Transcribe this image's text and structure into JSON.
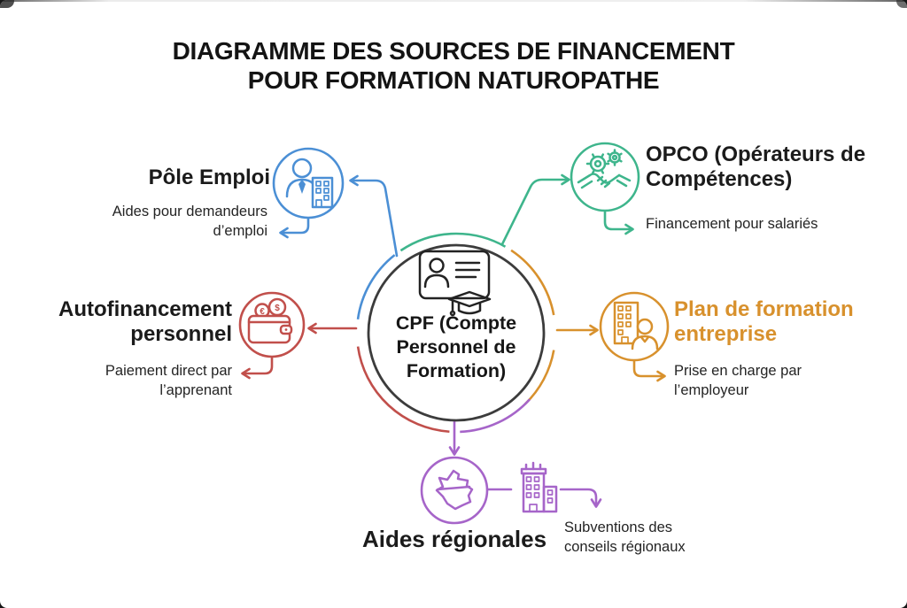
{
  "title": "DIAGRAMME DES SOURCES DE FINANCEMENT\nPOUR FORMATION NATUROPATHE",
  "center": {
    "label": "CPF (Compte\nPersonnel de\nFormation)",
    "icon": "id-card-graduation-icon"
  },
  "nodes": {
    "pole_emploi": {
      "label": "Pôle Emploi",
      "sublabel": "Aides pour demandeurs\nd’emploi",
      "color": "#4b8fd5",
      "icon": "person-building-icon"
    },
    "opco": {
      "label": "OPCO (Opérateurs de\nCompétences)",
      "sublabel": "Financement pour salariés",
      "color": "#3eb58c",
      "icon": "gears-handshake-icon"
    },
    "autofinancement": {
      "label": "Autofinancement\npersonnel",
      "sublabel": "Paiement direct par\nl’apprenant",
      "color": "#c14f4b",
      "icon": "wallet-coins-icon"
    },
    "plan_formation": {
      "label": "Plan de formation\nentreprise",
      "sublabel": "Prise en charge par\nl’employeur",
      "color": "#d8912d",
      "icon": "office-person-icon"
    },
    "aides_regionales": {
      "label": "Aides régionales",
      "sublabel": "Subventions des\nconseils régionaux",
      "color": "#a665c9",
      "icon": "france-map-icon",
      "icon_secondary": "regional-building-icon"
    }
  },
  "icons_text": {
    "dollar": "$",
    "euro": "€"
  },
  "colors": {
    "blue": "#4b8fd5",
    "green": "#3eb58c",
    "red": "#c14f4b",
    "orange": "#d8912d",
    "purple": "#a665c9",
    "center_stroke": "#3c3c3c",
    "text": "#1b1b1b"
  }
}
